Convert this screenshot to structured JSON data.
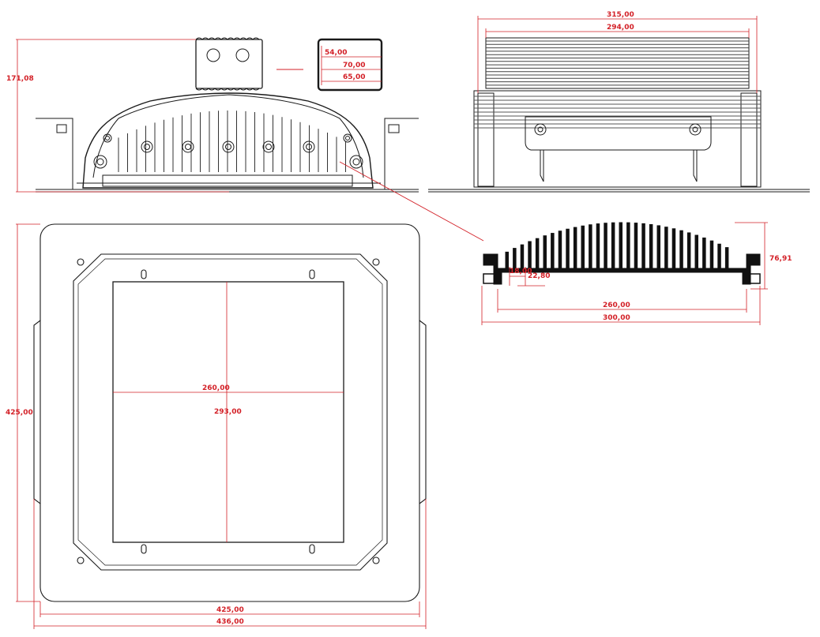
{
  "colors": {
    "line": "#1a1a1a",
    "dimension": "#d32027",
    "hatch": "#555555",
    "background": "#ffffff"
  },
  "front_view": {
    "height_dim": "171,08",
    "connector_dims": [
      "54,00",
      "70,00",
      "65,00"
    ]
  },
  "side_view": {
    "width_dims": [
      "315,00",
      "294,00"
    ]
  },
  "profile_view": {
    "height_dim": "76,91",
    "fin_dims": [
      "18,00",
      "22,80"
    ],
    "width_dims": [
      "260,00",
      "300,00"
    ]
  },
  "top_view": {
    "height_dim": "425,00",
    "inner_dims": [
      "260,00",
      "293,00"
    ],
    "width_dims": [
      "425,00",
      "436,00"
    ]
  }
}
